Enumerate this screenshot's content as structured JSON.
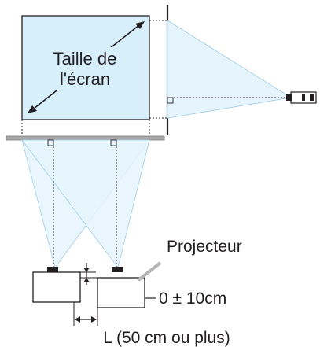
{
  "labels": {
    "screen_size_line1": "Taille de",
    "screen_size_line2": "l'écran",
    "projector": "Projecteur",
    "vertical_offset": "0 ± 10cm",
    "horizontal_distance": "L (50 cm ou plus)"
  },
  "colors": {
    "screen_fill": "#d7eefb",
    "beam_fill": "#e6f5fd",
    "line": "#231f20",
    "beam_line": "#9ccde8",
    "leader_gray": "#b5b5b5",
    "wall_gray": "#7a7a7a"
  },
  "icons": {
    "arrow": "double-headed-arrow",
    "projector": "projector-icon"
  }
}
